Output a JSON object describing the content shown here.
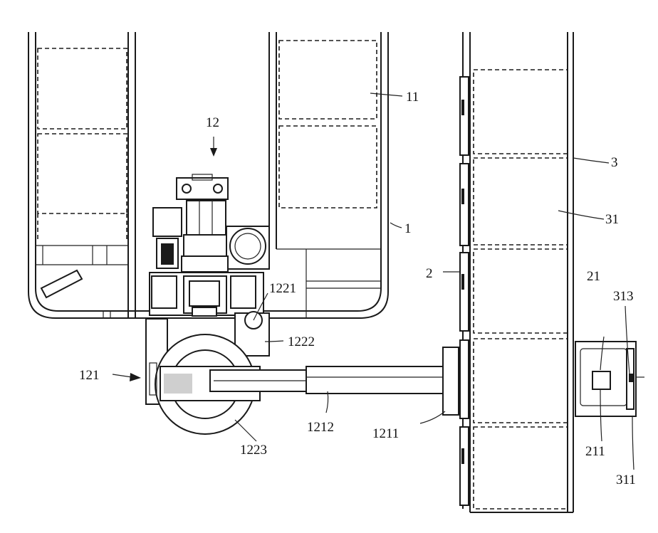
{
  "labels": {
    "l11": "11",
    "l12": "12",
    "l3": "3",
    "l31": "31",
    "l1": "1",
    "l2": "2",
    "l1221": "1221",
    "l1222": "1222",
    "l21": "21",
    "l313": "313",
    "l121": "121",
    "l1212": "1212",
    "l1211": "1211",
    "l1223": "1223",
    "l211": "211",
    "l311": "311"
  }
}
